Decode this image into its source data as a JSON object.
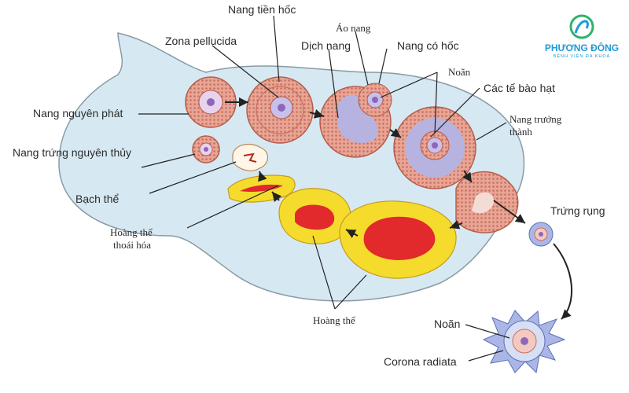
{
  "brand": {
    "name": "PHƯƠNG ĐÔNG",
    "subtitle": "BỆNH VIỆN ĐA KHOA",
    "colors": {
      "blue": "#1f9ad6",
      "green": "#2fb36b"
    }
  },
  "labels": {
    "nang_tien_hoc": "Nang tiền hốc",
    "zona_pellucida": "Zona pellucida",
    "ao_nang": "Áo nang",
    "dich_nang": "Dịch nang",
    "nang_co_hoc": "Nang có hốc",
    "noan_top": "Noãn",
    "cac_te_bao_hat": "Các tế bào hạt",
    "nang_nguyen_phat": "Nang nguyên phát",
    "nang_truong_thanh_1": "Nang trưởng",
    "nang_truong_thanh_2": "thành",
    "nang_trung_nguyen_thuy": "Nang trứng nguyên thủy",
    "bach_the": "Bạch thể",
    "trung_rung": "Trứng rụng",
    "hoang_the_thoai_hoa_1": "Hoàng thể",
    "hoang_the_thoai_hoa_2": "thoái hóa",
    "hoang_the": "Hoàng thể",
    "noan_bottom": "Noãn",
    "corona_radiata": "Corona radiata"
  },
  "colors": {
    "ovary_fill": "#d6e9f2",
    "ovary_stroke": "#8a9aa3",
    "follicle_outer": "#e8a595",
    "follicle_ring": "#c9705f",
    "fluid": "#b7b3e0",
    "oocyte": "#c8c0ec",
    "nucleus": "#8d67b8",
    "corpus_yellow": "#f5dc2c",
    "corpus_red": "#e2292c",
    "corpus_outline": "#c59a20",
    "corona_blue": "#aab7e6",
    "arrow": "#222222"
  }
}
